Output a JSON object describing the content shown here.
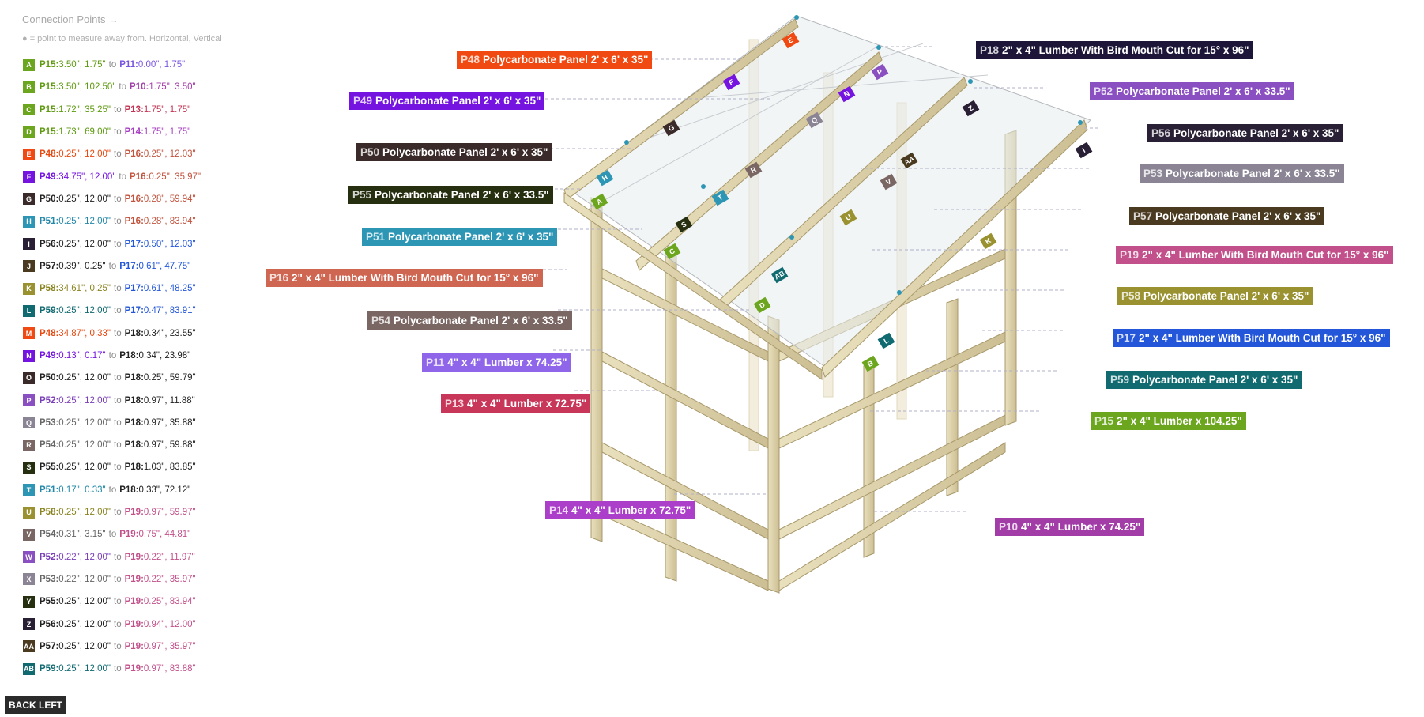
{
  "connection_points": {
    "title": "Connection Points →",
    "subtitle": "● = point to measure away from. Horizontal, Vertical",
    "rows": [
      {
        "letter": "A",
        "color": "#6ca61e",
        "from": "P15:",
        "fromColor": "#5e9a10",
        "fromVal": "3.50\", 1.75\"",
        "to": "P11:",
        "toColor": "#7b55e0",
        "toVal": "0.00\", 1.75\""
      },
      {
        "letter": "B",
        "color": "#6ca61e",
        "from": "P15:",
        "fromColor": "#5e9a10",
        "fromVal": "3.50\", 102.50\"",
        "to": "P10:",
        "toColor": "#a23da8",
        "toVal": "1.75\", 3.50\""
      },
      {
        "letter": "C",
        "color": "#6ca61e",
        "from": "P15:",
        "fromColor": "#5e9a10",
        "fromVal": "1.72\", 35.25\"",
        "to": "P13:",
        "toColor": "#c23453",
        "toVal": "1.75\", 1.75\""
      },
      {
        "letter": "D",
        "color": "#6ca61e",
        "from": "P15:",
        "fromColor": "#5e9a10",
        "fromVal": "1.73\", 69.00\"",
        "to": "P14:",
        "toColor": "#a83fc2",
        "toVal": "1.75\", 1.75\""
      },
      {
        "letter": "E",
        "color": "#f04a12",
        "from": "P48:",
        "fromColor": "#e8480f",
        "fromVal": "0.25\", 12.00\"",
        "to": "P16:",
        "toColor": "#c2543e",
        "toVal": "0.25\", 12.03\""
      },
      {
        "letter": "F",
        "color": "#7514e0",
        "from": "P49:",
        "fromColor": "#7514e0",
        "fromVal": "34.75\", 12.00\"",
        "to": "P16:",
        "toColor": "#c2543e",
        "toVal": "0.25\", 35.97\""
      },
      {
        "letter": "G",
        "color": "#3a2a2a",
        "from": "P50:",
        "fromColor": "#222222",
        "fromVal": "0.25\", 12.00\"",
        "to": "P16:",
        "toColor": "#c2543e",
        "toVal": "0.28\", 59.94\""
      },
      {
        "letter": "H",
        "color": "#2d96b4",
        "from": "P51:",
        "fromColor": "#2488a8",
        "fromVal": "0.25\", 12.00\"",
        "to": "P16:",
        "toColor": "#c2543e",
        "toVal": "0.28\", 83.94\""
      },
      {
        "letter": "I",
        "color": "#2a2036",
        "from": "P56:",
        "fromColor": "#222222",
        "fromVal": "0.25\", 12.00\"",
        "to": "P17:",
        "toColor": "#2356d8",
        "toVal": "0.50\", 12.03\""
      },
      {
        "letter": "J",
        "color": "#4a3a20",
        "from": "P57:",
        "fromColor": "#222222",
        "fromVal": "0.39\", 0.25\"",
        "to": "P17:",
        "toColor": "#2356d8",
        "toVal": "0.61\", 47.75\""
      },
      {
        "letter": "K",
        "color": "#9a9230",
        "from": "P58:",
        "fromColor": "#8a8420",
        "fromVal": "34.61\", 0.25\"",
        "to": "P17:",
        "toColor": "#2356d8",
        "toVal": "0.61\", 48.25\""
      },
      {
        "letter": "L",
        "color": "#106a70",
        "from": "P59:",
        "fromColor": "#106a70",
        "fromVal": "0.25\", 12.00\"",
        "to": "P17:",
        "toColor": "#2356d8",
        "toVal": "0.47\", 83.91\""
      },
      {
        "letter": "M",
        "color": "#f04a12",
        "from": "P48:",
        "fromColor": "#e8480f",
        "fromVal": "34.87\", 0.33\"",
        "to": "P18:",
        "toColor": "#222222",
        "toVal": "0.34\", 23.55\""
      },
      {
        "letter": "N",
        "color": "#7514e0",
        "from": "P49:",
        "fromColor": "#7514e0",
        "fromVal": "0.13\", 0.17\"",
        "to": "P18:",
        "toColor": "#222222",
        "toVal": "0.34\", 23.98\""
      },
      {
        "letter": "O",
        "color": "#3a2a2a",
        "from": "P50:",
        "fromColor": "#222222",
        "fromVal": "0.25\", 12.00\"",
        "to": "P18:",
        "toColor": "#222222",
        "toVal": "0.25\", 59.79\""
      },
      {
        "letter": "P",
        "color": "#8a4fc0",
        "from": "P52:",
        "fromColor": "#7a3fb8",
        "fromVal": "0.25\", 12.00\"",
        "to": "P18:",
        "toColor": "#222222",
        "toVal": "0.97\", 11.88\""
      },
      {
        "letter": "Q",
        "color": "#8a8494",
        "from": "P53:",
        "fromColor": "#666666",
        "fromVal": "0.25\", 12.00\"",
        "to": "P18:",
        "toColor": "#222222",
        "toVal": "0.97\", 35.88\""
      },
      {
        "letter": "R",
        "color": "#7a6662",
        "from": "P54:",
        "fromColor": "#666666",
        "fromVal": "0.25\", 12.00\"",
        "to": "P18:",
        "toColor": "#222222",
        "toVal": "0.97\", 59.88\""
      },
      {
        "letter": "S",
        "color": "#263010",
        "from": "P55:",
        "fromColor": "#222222",
        "fromVal": "0.25\", 12.00\"",
        "to": "P18:",
        "toColor": "#222222",
        "toVal": "1.03\", 83.85\""
      },
      {
        "letter": "T",
        "color": "#2d96b4",
        "from": "P51:",
        "fromColor": "#2488a8",
        "fromVal": "0.17\", 0.33\"",
        "to": "P18:",
        "toColor": "#222222",
        "toVal": "0.33\", 72.12\""
      },
      {
        "letter": "U",
        "color": "#9a9230",
        "from": "P58:",
        "fromColor": "#8a8420",
        "fromVal": "0.25\", 12.00\"",
        "to": "P19:",
        "toColor": "#c2508a",
        "toVal": "0.97\", 59.97\""
      },
      {
        "letter": "V",
        "color": "#7a6662",
        "from": "P54:",
        "fromColor": "#666666",
        "fromVal": "0.31\", 3.15\"",
        "to": "P19:",
        "toColor": "#c2508a",
        "toVal": "0.75\", 44.81\""
      },
      {
        "letter": "W",
        "color": "#8a4fc0",
        "from": "P52:",
        "fromColor": "#7a3fb8",
        "fromVal": "0.22\", 12.00\"",
        "to": "P19:",
        "toColor": "#c2508a",
        "toVal": "0.22\", 11.97\""
      },
      {
        "letter": "X",
        "color": "#8a8494",
        "from": "P53:",
        "fromColor": "#666666",
        "fromVal": "0.22\", 12.00\"",
        "to": "P19:",
        "toColor": "#c2508a",
        "toVal": "0.22\", 35.97\""
      },
      {
        "letter": "Y",
        "color": "#263010",
        "from": "P55:",
        "fromColor": "#222222",
        "fromVal": "0.25\", 12.00\"",
        "to": "P19:",
        "toColor": "#c2508a",
        "toVal": "0.25\", 83.94\""
      },
      {
        "letter": "Z",
        "color": "#2a2036",
        "from": "P56:",
        "fromColor": "#222222",
        "fromVal": "0.25\", 12.00\"",
        "to": "P19:",
        "toColor": "#c2508a",
        "toVal": "0.94\", 12.00\""
      },
      {
        "letter": "AA",
        "color": "#4a3a20",
        "from": "P57:",
        "fromColor": "#222222",
        "fromVal": "0.25\", 12.00\"",
        "to": "P19:",
        "toColor": "#c2508a",
        "toVal": "0.97\", 35.97\""
      },
      {
        "letter": "AB",
        "color": "#106a70",
        "from": "P59:",
        "fromColor": "#106a70",
        "fromVal": "0.25\", 12.00\"",
        "to": "P19:",
        "toColor": "#c2508a",
        "toVal": "0.97\", 83.88\""
      }
    ],
    "to_word": "to"
  },
  "back_left_label": "BACK LEFT",
  "part_labels": [
    {
      "id": "P48",
      "text": "Polycarbonate Panel 2' x 6'  x 35\"",
      "color": "#f04a12"
    },
    {
      "id": "P49",
      "text": "Polycarbonate Panel 2' x 6'  x 35\"",
      "color": "#7514e0"
    },
    {
      "id": "P50",
      "text": "Polycarbonate Panel 2' x 6'  x 35\"",
      "color": "#3a2a2a"
    },
    {
      "id": "P55",
      "text": "Polycarbonate Panel 2' x 6'  x 33.5\"",
      "color": "#263010"
    },
    {
      "id": "P51",
      "text": "Polycarbonate Panel 2' x 6'  x 35\"",
      "color": "#2d96b4"
    },
    {
      "id": "P16",
      "text": "2\" x 4\" Lumber With Bird Mouth Cut for 15° x 96\"",
      "color": "#cf6652"
    },
    {
      "id": "P54",
      "text": "Polycarbonate Panel 2' x 6'  x 33.5\"",
      "color": "#7a6662"
    },
    {
      "id": "P11",
      "text": "4\" x 4\" Lumber x 74.25\"",
      "color": "#8f66ea"
    },
    {
      "id": "P13",
      "text": "4\" x 4\" Lumber x 72.75\"",
      "color": "#c8375a"
    },
    {
      "id": "P14",
      "text": "4\" x 4\" Lumber x 72.75\"",
      "color": "#ab3fca"
    },
    {
      "id": "P18",
      "text": "2\" x 4\" Lumber With Bird Mouth Cut for 15° x 96\"",
      "color": "#1d1638"
    },
    {
      "id": "P52",
      "text": "Polycarbonate Panel 2' x 6'  x 33.5\"",
      "color": "#8a4fc0"
    },
    {
      "id": "P56",
      "text": "Polycarbonate Panel 2' x 6'  x 35\"",
      "color": "#2a2036"
    },
    {
      "id": "P53",
      "text": "Polycarbonate Panel 2' x 6'  x 33.5\"",
      "color": "#8a8494"
    },
    {
      "id": "P57",
      "text": "Polycarbonate Panel 2' x 6'  x 35\"",
      "color": "#4a3a20"
    },
    {
      "id": "P19",
      "text": "2\" x 4\" Lumber With Bird Mouth Cut for 15° x 96\"",
      "color": "#c2508a"
    },
    {
      "id": "P58",
      "text": "Polycarbonate Panel 2' x 6'  x 35\"",
      "color": "#9a9230"
    },
    {
      "id": "P17",
      "text": "2\" x 4\" Lumber With Bird Mouth Cut for 15° x 96\"",
      "color": "#2356d8"
    },
    {
      "id": "P59",
      "text": "Polycarbonate Panel 2' x 6'  x 35\"",
      "color": "#106a70"
    },
    {
      "id": "P15",
      "text": "2\" x 4\" Lumber  x 104.25\"",
      "color": "#6ca61e"
    },
    {
      "id": "P10",
      "text": "4\" x 4\" Lumber x 74.25\"",
      "color": "#a23da8"
    }
  ]
}
